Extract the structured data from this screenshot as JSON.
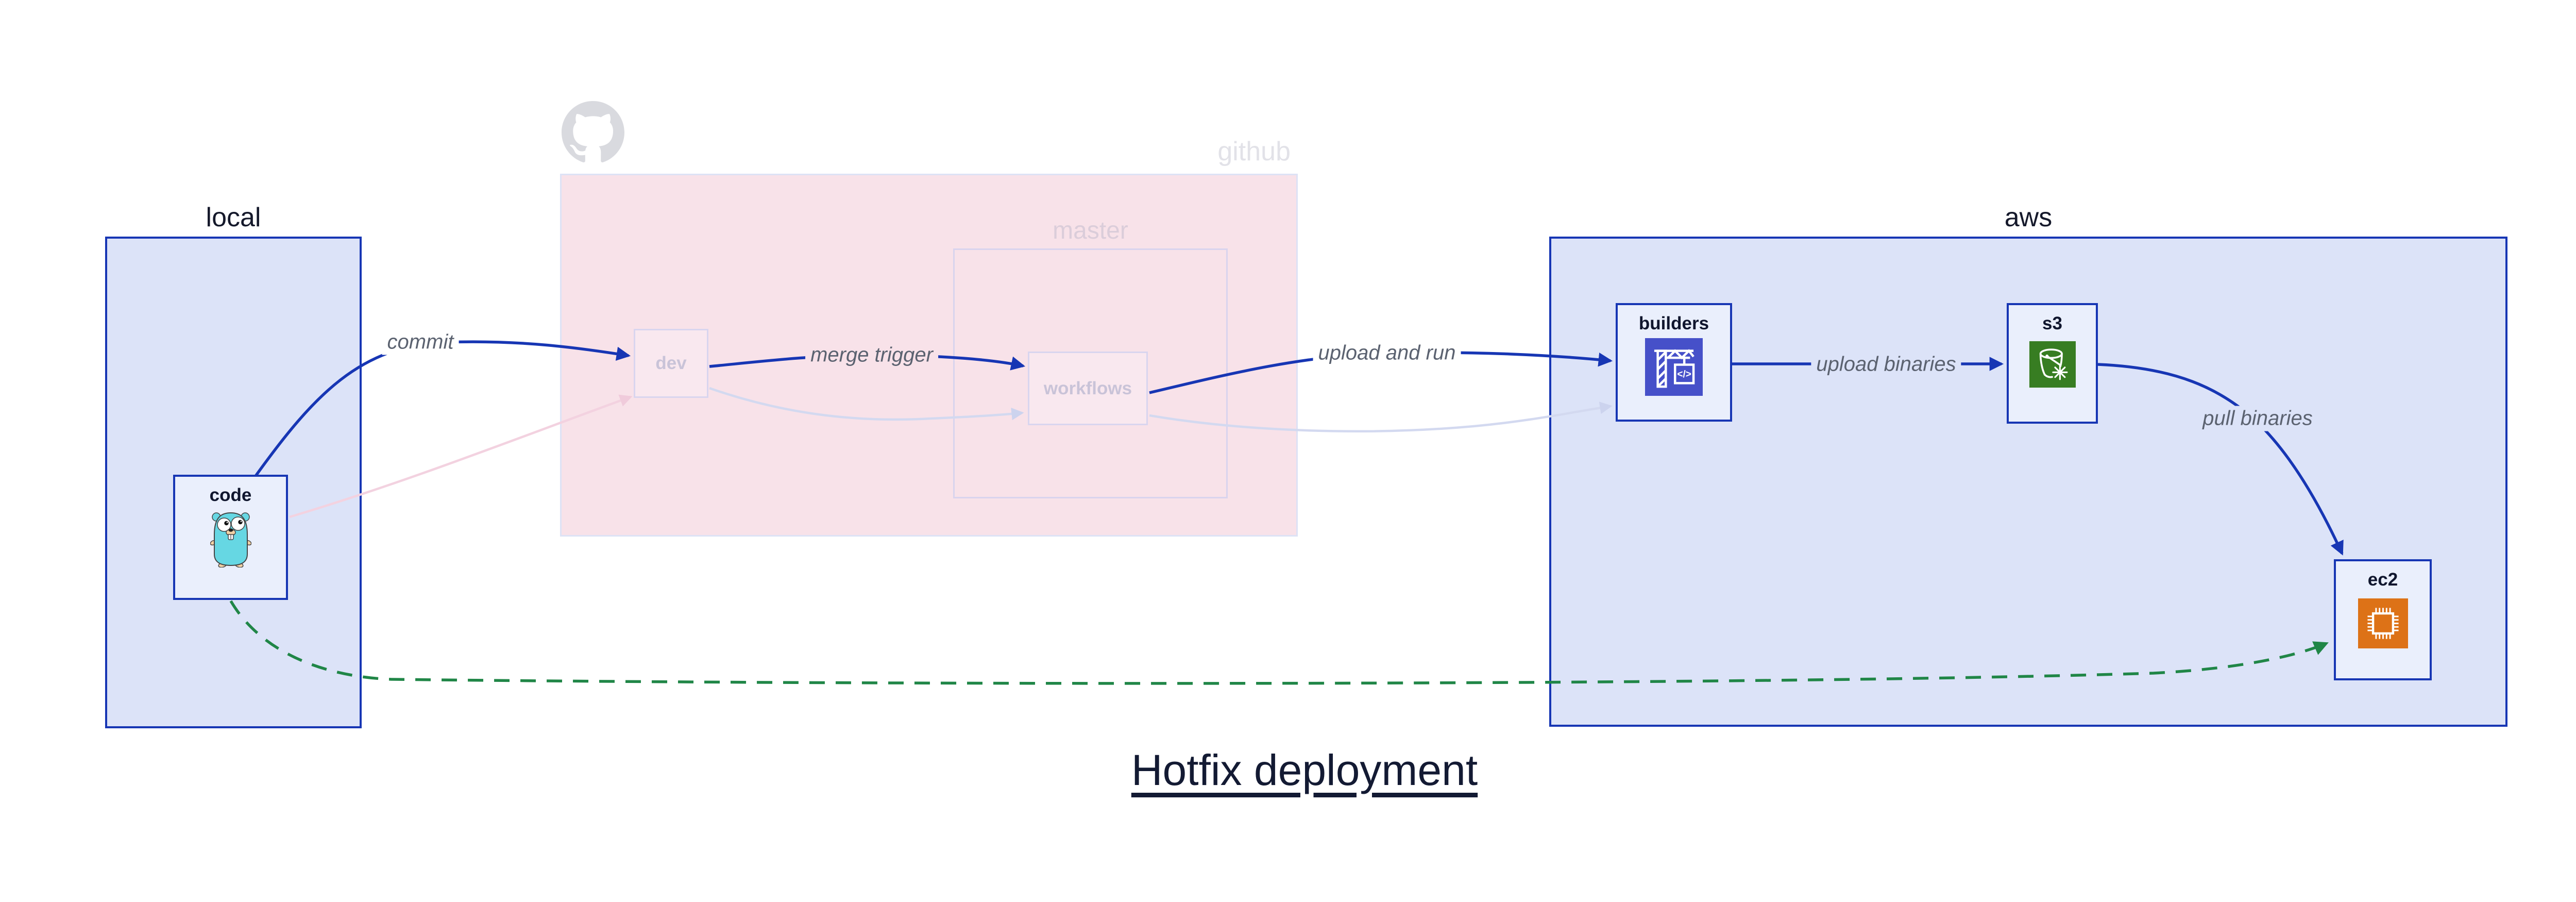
{
  "title": {
    "text": "Hotfix deployment"
  },
  "clusters": {
    "local": {
      "label": "local"
    },
    "github": {
      "label": "github"
    },
    "master": {
      "label": "master"
    },
    "aws": {
      "label": "aws"
    }
  },
  "nodes": {
    "code": {
      "label": "code"
    },
    "dev": {
      "label": "dev"
    },
    "workflows": {
      "label": "workflows"
    },
    "builders": {
      "label": "builders"
    },
    "s3": {
      "label": "s3"
    },
    "ec2": {
      "label": "ec2"
    }
  },
  "edges": {
    "commit": {
      "label": "commit"
    },
    "merge_trigger": {
      "label": "merge trigger"
    },
    "upload_and_run": {
      "label": "upload and run"
    },
    "upload_binaries": {
      "label": "upload binaries"
    },
    "pull_binaries": {
      "label": "pull binaries"
    }
  },
  "icons": {
    "github": "octocat-icon",
    "code": "go-gopher-icon",
    "builders": "codebuild-crane-icon",
    "s3": "s3-glacier-bucket-icon",
    "ec2": "ec2-chip-icon"
  },
  "colors": {
    "edge_blue": "#1736b4",
    "cluster_fill_blue": "#dce3f8",
    "node_fill_blue": "#eaeffc",
    "github_fill_pink": "#f8e2e9",
    "github_border": "#dde2f5",
    "master_border": "#d9d4ee",
    "faded_pink_edge": "#f3d2e0",
    "faded_lavender_edge": "#d3d9f0",
    "hotfix_green": "#208647",
    "edge_label_gray": "#5b6270",
    "faded_node_text": "#c9c3d8",
    "dark_text": "#131a33",
    "codebuild_purple": "#4650c9",
    "s3_green": "#377d22",
    "ec2_orange": "#dd7217"
  }
}
